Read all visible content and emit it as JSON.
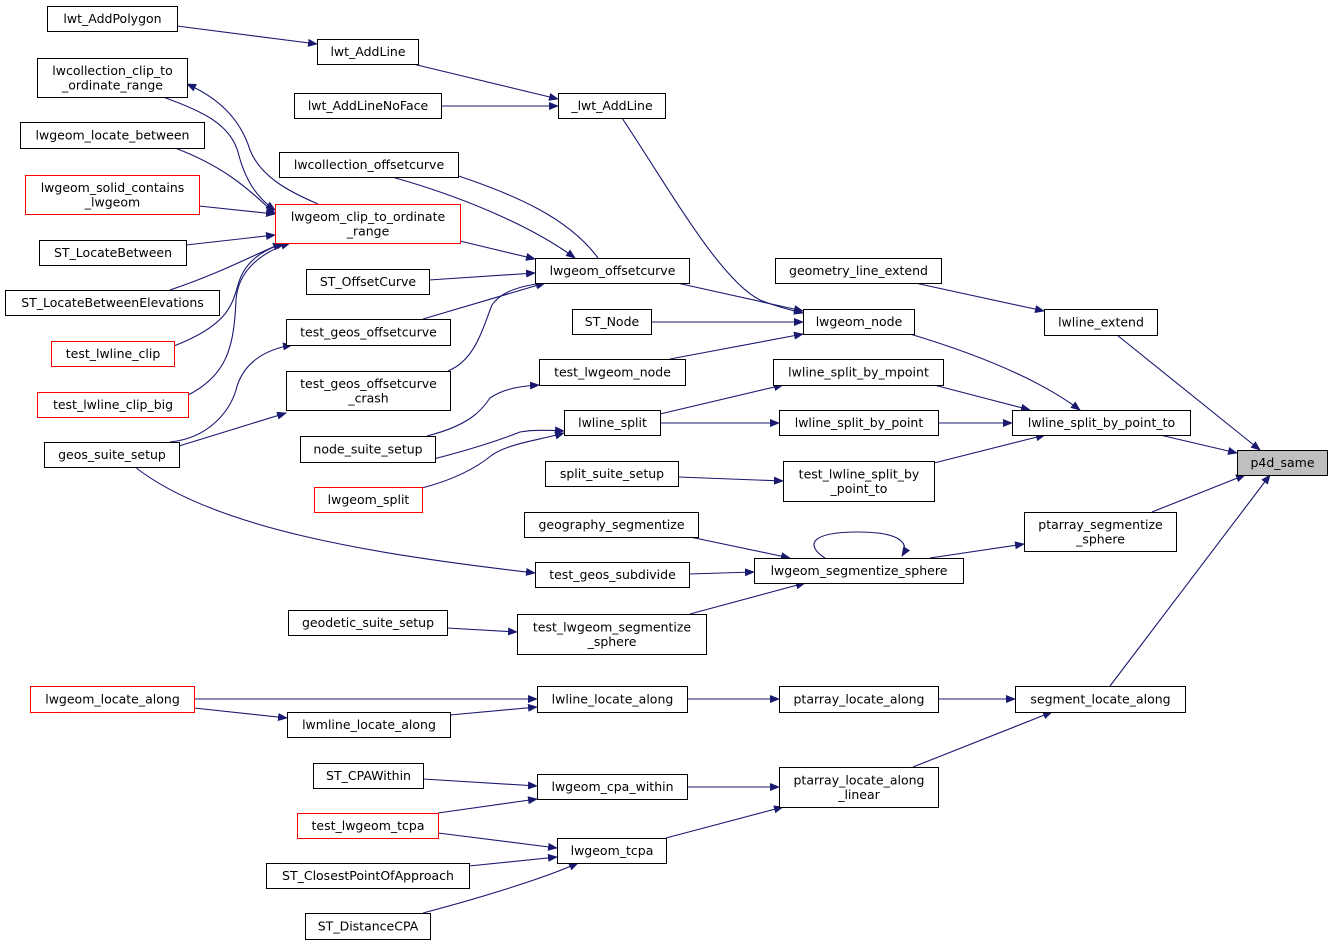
{
  "diagram": {
    "title": "",
    "colors": {
      "edge": "#191970",
      "node_border": "#000000",
      "node_border_truncated": "#ff0000",
      "node_fill": "#ffffff",
      "focus_fill": "#bfbfbf"
    },
    "nodes": [
      {
        "id": "lwt_AddPolygon",
        "lines": [
          "lwt_AddPolygon"
        ],
        "style": "normal"
      },
      {
        "id": "lwcollection_clip_to_ordinate_range",
        "lines": [
          "lwcollection_clip_to",
          "_ordinate_range"
        ],
        "style": "normal"
      },
      {
        "id": "lwgeom_locate_between",
        "lines": [
          "lwgeom_locate_between"
        ],
        "style": "normal"
      },
      {
        "id": "lwgeom_solid_contains_lwgeom",
        "lines": [
          "lwgeom_solid_contains",
          "_lwgeom"
        ],
        "style": "truncated"
      },
      {
        "id": "ST_LocateBetween",
        "lines": [
          "ST_LocateBetween"
        ],
        "style": "normal"
      },
      {
        "id": "ST_LocateBetweenElevations",
        "lines": [
          "ST_LocateBetweenElevations"
        ],
        "style": "normal"
      },
      {
        "id": "test_lwline_clip",
        "lines": [
          "test_lwline_clip"
        ],
        "style": "truncated"
      },
      {
        "id": "test_lwline_clip_big",
        "lines": [
          "test_lwline_clip_big"
        ],
        "style": "truncated"
      },
      {
        "id": "geos_suite_setup",
        "lines": [
          "geos_suite_setup"
        ],
        "style": "normal"
      },
      {
        "id": "lwgeom_locate_along",
        "lines": [
          "lwgeom_locate_along"
        ],
        "style": "truncated"
      },
      {
        "id": "lwt_AddLine",
        "lines": [
          "lwt_AddLine"
        ],
        "style": "normal"
      },
      {
        "id": "lwt_AddLineNoFace",
        "lines": [
          "lwt_AddLineNoFace"
        ],
        "style": "normal"
      },
      {
        "id": "lwcollection_offsetcurve",
        "lines": [
          "lwcollection_offsetcurve"
        ],
        "style": "normal"
      },
      {
        "id": "lwgeom_clip_to_ordinate_range",
        "lines": [
          "lwgeom_clip_to_ordinate",
          "_range"
        ],
        "style": "truncated"
      },
      {
        "id": "ST_OffsetCurve",
        "lines": [
          "ST_OffsetCurve"
        ],
        "style": "normal"
      },
      {
        "id": "test_geos_offsetcurve",
        "lines": [
          "test_geos_offsetcurve"
        ],
        "style": "normal"
      },
      {
        "id": "test_geos_offsetcurve_crash",
        "lines": [
          "test_geos_offsetcurve",
          "_crash"
        ],
        "style": "normal"
      },
      {
        "id": "node_suite_setup",
        "lines": [
          "node_suite_setup"
        ],
        "style": "normal"
      },
      {
        "id": "lwgeom_split",
        "lines": [
          "lwgeom_split"
        ],
        "style": "truncated"
      },
      {
        "id": "geodetic_suite_setup",
        "lines": [
          "geodetic_suite_setup"
        ],
        "style": "normal"
      },
      {
        "id": "lwmline_locate_along",
        "lines": [
          "lwmline_locate_along"
        ],
        "style": "normal"
      },
      {
        "id": "ST_CPAWithin",
        "lines": [
          "ST_CPAWithin"
        ],
        "style": "normal"
      },
      {
        "id": "test_lwgeom_tcpa",
        "lines": [
          "test_lwgeom_tcpa"
        ],
        "style": "truncated"
      },
      {
        "id": "ST_ClosestPointOfApproach",
        "lines": [
          "ST_ClosestPointOfApproach"
        ],
        "style": "normal"
      },
      {
        "id": "ST_DistanceCPA",
        "lines": [
          "ST_DistanceCPA"
        ],
        "style": "normal"
      },
      {
        "id": "_lwt_AddLine",
        "lines": [
          "_lwt_AddLine"
        ],
        "style": "normal"
      },
      {
        "id": "lwgeom_offsetcurve",
        "lines": [
          "lwgeom_offsetcurve"
        ],
        "style": "normal"
      },
      {
        "id": "ST_Node",
        "lines": [
          "ST_Node"
        ],
        "style": "normal"
      },
      {
        "id": "test_lwgeom_node",
        "lines": [
          "test_lwgeom_node"
        ],
        "style": "normal"
      },
      {
        "id": "lwline_split",
        "lines": [
          "lwline_split"
        ],
        "style": "normal"
      },
      {
        "id": "split_suite_setup",
        "lines": [
          "split_suite_setup"
        ],
        "style": "normal"
      },
      {
        "id": "geography_segmentize",
        "lines": [
          "geography_segmentize"
        ],
        "style": "normal"
      },
      {
        "id": "test_geos_subdivide",
        "lines": [
          "test_geos_subdivide"
        ],
        "style": "normal"
      },
      {
        "id": "test_lwgeom_segmentize_sphere",
        "lines": [
          "test_lwgeom_segmentize",
          "_sphere"
        ],
        "style": "normal"
      },
      {
        "id": "lwline_locate_along",
        "lines": [
          "lwline_locate_along"
        ],
        "style": "normal"
      },
      {
        "id": "lwgeom_cpa_within",
        "lines": [
          "lwgeom_cpa_within"
        ],
        "style": "normal"
      },
      {
        "id": "lwgeom_tcpa",
        "lines": [
          "lwgeom_tcpa"
        ],
        "style": "normal"
      },
      {
        "id": "geometry_line_extend",
        "lines": [
          "geometry_line_extend"
        ],
        "style": "normal"
      },
      {
        "id": "lwgeom_node",
        "lines": [
          "lwgeom_node"
        ],
        "style": "normal"
      },
      {
        "id": "lwline_split_by_mpoint",
        "lines": [
          "lwline_split_by_mpoint"
        ],
        "style": "normal"
      },
      {
        "id": "lwline_split_by_point",
        "lines": [
          "lwline_split_by_point"
        ],
        "style": "normal"
      },
      {
        "id": "test_lwline_split_by_point_to",
        "lines": [
          "test_lwline_split_by",
          "_point_to"
        ],
        "style": "normal"
      },
      {
        "id": "lwgeom_segmentize_sphere",
        "lines": [
          "lwgeom_segmentize_sphere"
        ],
        "style": "normal"
      },
      {
        "id": "ptarray_locate_along",
        "lines": [
          "ptarray_locate_along"
        ],
        "style": "normal"
      },
      {
        "id": "ptarray_locate_along_linear",
        "lines": [
          "ptarray_locate_along",
          "_linear"
        ],
        "style": "normal"
      },
      {
        "id": "lwline_extend",
        "lines": [
          "lwline_extend"
        ],
        "style": "normal"
      },
      {
        "id": "lwline_split_by_point_to",
        "lines": [
          "lwline_split_by_point_to"
        ],
        "style": "normal"
      },
      {
        "id": "ptarray_segmentize_sphere",
        "lines": [
          "ptarray_segmentize",
          "_sphere"
        ],
        "style": "normal"
      },
      {
        "id": "segment_locate_along",
        "lines": [
          "segment_locate_along"
        ],
        "style": "normal"
      },
      {
        "id": "p4d_same",
        "lines": [
          "p4d_same"
        ],
        "style": "focus"
      }
    ],
    "edges": [
      [
        "lwt_AddPolygon",
        "lwt_AddLine"
      ],
      [
        "lwt_AddLine",
        "_lwt_AddLine"
      ],
      [
        "lwt_AddLineNoFace",
        "_lwt_AddLine"
      ],
      [
        "_lwt_AddLine",
        "lwgeom_node"
      ],
      [
        "lwgeom_clip_to_ordinate_range",
        "lwcollection_clip_to_ordinate_range"
      ],
      [
        "lwcollection_clip_to_ordinate_range",
        "lwgeom_clip_to_ordinate_range"
      ],
      [
        "lwgeom_locate_between",
        "lwgeom_clip_to_ordinate_range"
      ],
      [
        "lwgeom_solid_contains_lwgeom",
        "lwgeom_clip_to_ordinate_range"
      ],
      [
        "ST_LocateBetween",
        "lwgeom_clip_to_ordinate_range"
      ],
      [
        "ST_LocateBetweenElevations",
        "lwgeom_clip_to_ordinate_range"
      ],
      [
        "test_lwline_clip",
        "lwgeom_clip_to_ordinate_range"
      ],
      [
        "test_lwline_clip_big",
        "lwgeom_clip_to_ordinate_range"
      ],
      [
        "lwgeom_offsetcurve",
        "lwcollection_offsetcurve"
      ],
      [
        "lwcollection_offsetcurve",
        "lwgeom_offsetcurve"
      ],
      [
        "lwgeom_clip_to_ordinate_range",
        "lwgeom_offsetcurve"
      ],
      [
        "ST_OffsetCurve",
        "lwgeom_offsetcurve"
      ],
      [
        "test_geos_offsetcurve",
        "lwgeom_offsetcurve"
      ],
      [
        "test_geos_offsetcurve_crash",
        "lwgeom_offsetcurve"
      ],
      [
        "geos_suite_setup",
        "test_geos_offsetcurve"
      ],
      [
        "geos_suite_setup",
        "test_geos_offsetcurve_crash"
      ],
      [
        "geos_suite_setup",
        "test_geos_subdivide"
      ],
      [
        "lwgeom_offsetcurve",
        "lwgeom_node"
      ],
      [
        "ST_Node",
        "lwgeom_node"
      ],
      [
        "test_lwgeom_node",
        "lwgeom_node"
      ],
      [
        "node_suite_setup",
        "test_lwgeom_node"
      ],
      [
        "lwgeom_node",
        "lwline_split_by_point_to"
      ],
      [
        "geometry_line_extend",
        "lwline_extend"
      ],
      [
        "lwline_extend",
        "p4d_same"
      ],
      [
        "node_suite_setup",
        "lwline_split"
      ],
      [
        "lwgeom_split",
        "lwline_split"
      ],
      [
        "lwline_split",
        "lwline_split_by_mpoint"
      ],
      [
        "lwline_split",
        "lwline_split_by_point"
      ],
      [
        "lwline_split_by_mpoint",
        "lwline_split_by_point_to"
      ],
      [
        "lwline_split_by_point",
        "lwline_split_by_point_to"
      ],
      [
        "split_suite_setup",
        "test_lwline_split_by_point_to"
      ],
      [
        "test_lwline_split_by_point_to",
        "lwline_split_by_point_to"
      ],
      [
        "lwline_split_by_point_to",
        "p4d_same"
      ],
      [
        "geography_segmentize",
        "lwgeom_segmentize_sphere"
      ],
      [
        "test_geos_subdivide",
        "lwgeom_segmentize_sphere"
      ],
      [
        "test_lwgeom_segmentize_sphere",
        "lwgeom_segmentize_sphere"
      ],
      [
        "lwgeom_segmentize_sphere",
        "lwgeom_segmentize_sphere"
      ],
      [
        "geodetic_suite_setup",
        "test_lwgeom_segmentize_sphere"
      ],
      [
        "lwgeom_segmentize_sphere",
        "ptarray_segmentize_sphere"
      ],
      [
        "ptarray_segmentize_sphere",
        "p4d_same"
      ],
      [
        "lwgeom_locate_along",
        "lwline_locate_along"
      ],
      [
        "lwgeom_locate_along",
        "lwmline_locate_along"
      ],
      [
        "lwmline_locate_along",
        "lwline_locate_along"
      ],
      [
        "lwline_locate_along",
        "ptarray_locate_along"
      ],
      [
        "ptarray_locate_along",
        "segment_locate_along"
      ],
      [
        "ptarray_locate_along_linear",
        "segment_locate_along"
      ],
      [
        "segment_locate_along",
        "p4d_same"
      ],
      [
        "ST_CPAWithin",
        "lwgeom_cpa_within"
      ],
      [
        "test_lwgeom_tcpa",
        "lwgeom_cpa_within"
      ],
      [
        "test_lwgeom_tcpa",
        "lwgeom_tcpa"
      ],
      [
        "ST_ClosestPointOfApproach",
        "lwgeom_tcpa"
      ],
      [
        "ST_DistanceCPA",
        "lwgeom_tcpa"
      ],
      [
        "lwgeom_cpa_within",
        "ptarray_locate_along_linear"
      ],
      [
        "lwgeom_tcpa",
        "ptarray_locate_along_linear"
      ]
    ]
  }
}
